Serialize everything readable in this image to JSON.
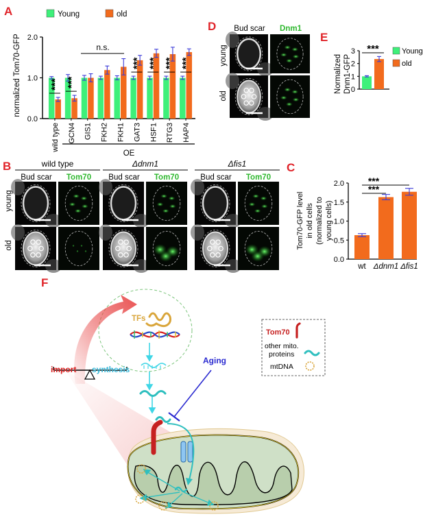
{
  "panel_letters": {
    "A": "A",
    "B": "B",
    "C": "C",
    "D": "D",
    "E": "E",
    "F": "F"
  },
  "colors": {
    "young": "#3ef07a",
    "old": "#f26b1d",
    "error": "#3b3bd8",
    "panel_letter": "#e0242a",
    "green_text": "#2fb82f",
    "aging": "#2a2ad0",
    "import": "#d82020",
    "synthesis": "#3ab8d8",
    "tom70": "#c62020",
    "teal": "#2fbfbf",
    "mtdna": "#d9a53a"
  },
  "panelA": {
    "ylabel": "normalized Tom70-GFP",
    "legend_young": "Young",
    "legend_old": "old",
    "oe_label": "OE",
    "ns_label": "n.s."
  },
  "panelB": {
    "groups": [
      "wild type",
      "Δdnm1",
      "Δfis1"
    ],
    "bud_scar": "Bud scar",
    "tom70": "Tom70",
    "row_young": "young",
    "row_old": "old"
  },
  "panelC": {
    "ylabel_lines": [
      "Tom70-GFP level",
      "in old cells",
      "(normalized to",
      "young cells)"
    ]
  },
  "panelD": {
    "bud_scar": "Bud scar",
    "dnm1": "Dnm1",
    "row_young": "young",
    "row_old": "old"
  },
  "panelE": {
    "ylabel_lines": [
      "Normalized",
      "Dnm1-GFP"
    ],
    "legend_young": "Young",
    "legend_old": "old"
  },
  "panelF": {
    "tfs": "TFs",
    "import": "import",
    "synthesis": "synthesis",
    "aging": "Aging",
    "legend_tom70": "Tom70",
    "legend_other_1": "other mito.",
    "legend_other_2": "proteins",
    "legend_mtdna": "mtDNA"
  },
  "chart_data": [
    {
      "id": "A",
      "type": "bar",
      "categories": [
        "wild type",
        "GCN4",
        "GIS1",
        "FKH2",
        "FKH1",
        "GAT3",
        "HSF1",
        "RTG3",
        "HAP4"
      ],
      "series": [
        {
          "name": "Young",
          "values": [
            1.0,
            1.0,
            1.0,
            1.0,
            1.0,
            1.0,
            1.0,
            1.0,
            1.0
          ],
          "errors": [
            0.03,
            0.08,
            0.06,
            0.04,
            0.05,
            0.04,
            0.04,
            0.04,
            0.04
          ]
        },
        {
          "name": "old",
          "values": [
            0.47,
            0.5,
            1.0,
            1.19,
            1.27,
            1.43,
            1.6,
            1.58,
            1.63
          ],
          "errors": [
            0.05,
            0.07,
            0.1,
            0.1,
            0.2,
            0.12,
            0.1,
            0.17,
            0.08
          ]
        }
      ],
      "significance": [
        "***",
        "***",
        "",
        "",
        "",
        "***",
        "***",
        "***",
        "***"
      ],
      "ylim": [
        0.0,
        2.0
      ],
      "yticks": [
        "0.0",
        "1.0",
        "2.0"
      ],
      "legend": "top-left"
    },
    {
      "id": "C",
      "type": "bar",
      "categories": [
        "wt",
        "Δdnm1",
        "Δfis1"
      ],
      "values": [
        0.63,
        1.63,
        1.77
      ],
      "errors": [
        0.04,
        0.07,
        0.09
      ],
      "significance": [
        "***",
        "***"
      ],
      "ylim": [
        0.0,
        2.0
      ],
      "yticks": [
        "0.0",
        "0.5",
        "1.0",
        "1.5",
        "2.0"
      ]
    },
    {
      "id": "E",
      "type": "bar",
      "categories": [
        "Young",
        "old"
      ],
      "values": [
        1.0,
        2.35
      ],
      "errors": [
        0.05,
        0.2
      ],
      "significance": [
        "***"
      ],
      "ylim": [
        0,
        3
      ],
      "yticks": [
        "0",
        "1",
        "2",
        "3"
      ]
    }
  ]
}
